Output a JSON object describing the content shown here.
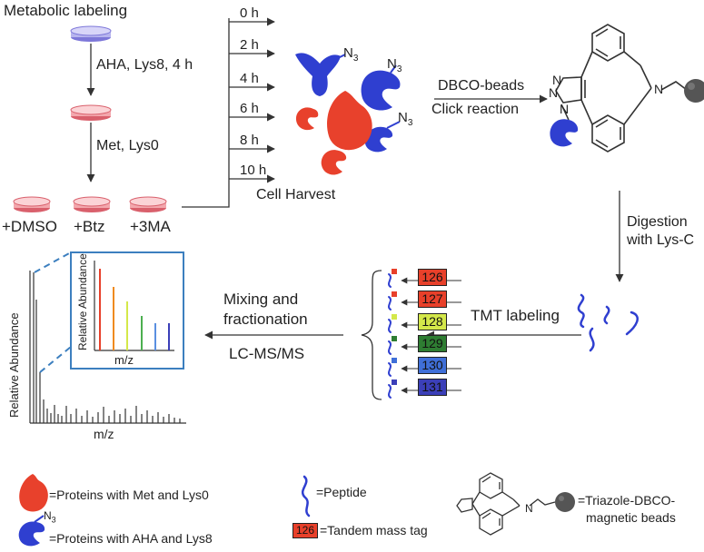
{
  "workflow": {
    "metabolic_labeling": "Metabolic labeling",
    "step_aha": "AHA, Lys8, 4 h",
    "step_met": "Met, Lys0",
    "treatments": [
      "+DMSO",
      "+Btz",
      "+3MA"
    ],
    "timepoints": [
      "0 h",
      "2 h",
      "4 h",
      "6 h",
      "8 h",
      "10 h"
    ],
    "cell_harvest": "Cell Harvest",
    "azide_label": "N",
    "azide_sub": "3",
    "dbco_beads": "DBCO-beads",
    "click_reaction": "Click reaction",
    "digestion": "Digestion",
    "with_lysc": "with Lys-C",
    "tmt_labeling": "TMT labeling",
    "tmt_tags": [
      {
        "label": "126",
        "color": "#e8402a"
      },
      {
        "label": "127",
        "color": "#e8402a"
      },
      {
        "label": "128",
        "color": "#d4e84a"
      },
      {
        "label": "129",
        "color": "#2e7d32"
      },
      {
        "label": "130",
        "color": "#3f6fd8"
      },
      {
        "label": "131",
        "color": "#3b3fb8"
      }
    ],
    "mixing": "Mixing and",
    "fractionation": "fractionation",
    "lcms": "LC-MS/MS",
    "relative_abundance": "Relative Abundance",
    "mz": "m/z",
    "ring_n": "N"
  },
  "legend": {
    "red_proteins": "=Proteins with Met and Lys0",
    "blue_proteins": "=Proteins with AHA and Lys8",
    "peptide": "=Peptide",
    "tandem_tag_label": "126",
    "tandem_tag": "=Tandem mass tag",
    "triazole_line1": "=Triazole-DBCO-",
    "triazole_line2": "magnetic beads"
  },
  "colors": {
    "red": "#e8412c",
    "blue": "#2f3fd0",
    "dish_pink": "#f3a7ad",
    "dish_lavender": "#b7b4ee",
    "tmt_red": "#e8402a",
    "spectrum_frame": "#3c7fbf"
  }
}
